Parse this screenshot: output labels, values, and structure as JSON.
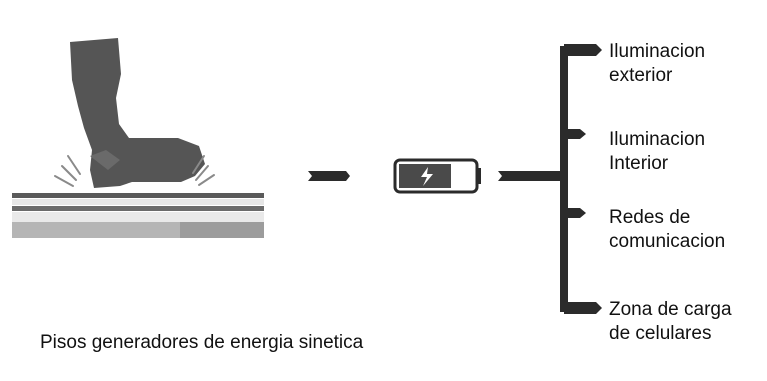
{
  "caption": "Pisos generadores de energia sinetica",
  "outputs": [
    {
      "line1": "Iluminacion",
      "line2": "exterior"
    },
    {
      "line1": "Iluminacion",
      "line2": "Interior"
    },
    {
      "line1": "Redes de",
      "line2": "comunicacion"
    },
    {
      "line1": "Zona de carga",
      "line2": "de celulares"
    }
  ],
  "icons": {
    "foot": "foot-icon",
    "floor": "floor-tile-icon",
    "battery": "battery-icon",
    "charge": "lightning-icon"
  },
  "colors": {
    "ink": "#2b2b2b",
    "floor_dark": "#5a5a5a",
    "floor_mid": "#9a9a9a",
    "floor_light": "#d8d8d8",
    "battery_fill": "#4a4a4a"
  }
}
